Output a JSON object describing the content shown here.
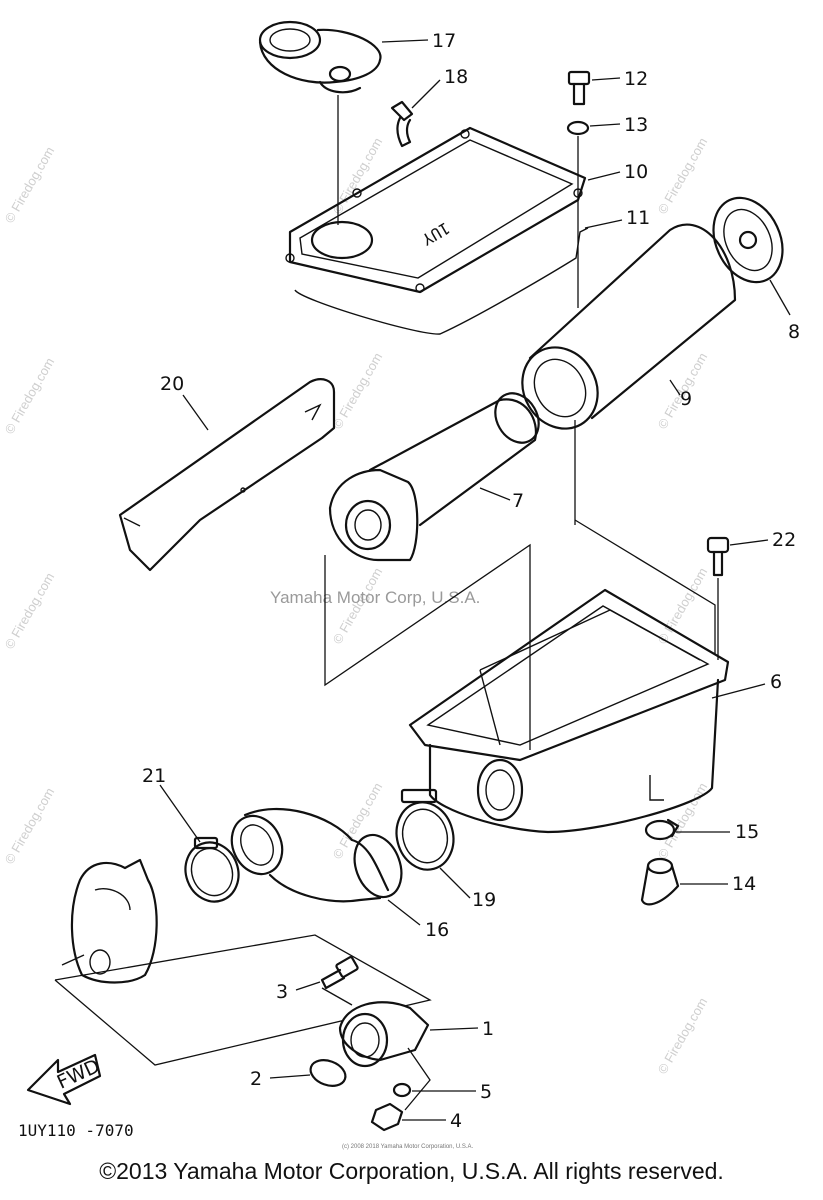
{
  "diagram": {
    "part_numbers": [
      "1",
      "2",
      "3",
      "4",
      "5",
      "6",
      "7",
      "8",
      "9",
      "10",
      "11",
      "12",
      "13",
      "14",
      "15",
      "16",
      "17",
      "18",
      "19",
      "20",
      "21",
      "22"
    ],
    "cover_marking": "1UY",
    "direction_label": "FWD",
    "diagram_code": "1UY110 -7070",
    "center_watermark": "Yamaha Motor Corp, U.S.A.",
    "watermark_text": "© Firedog.com",
    "fine_print": "(c) 2008 2018 Yamaha Motor Corporation, U.S.A."
  },
  "footer": {
    "copyright": "©2013 Yamaha Motor Corporation, U.S.A. All rights reserved."
  }
}
